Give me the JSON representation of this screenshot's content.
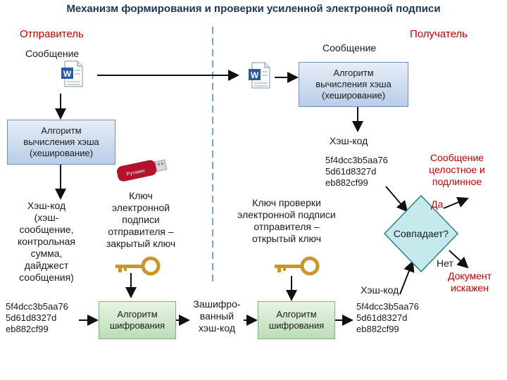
{
  "title": "Механизм формирования и проверки  усиленной электронной подписи",
  "sender": "Отправитель",
  "receiver": "Получатель",
  "msg_left": "Сообщение",
  "msg_right": "Сообщение",
  "hash_algo": [
    "Алгоритм",
    "вычисления хэша",
    "(хеширование)"
  ],
  "hash_code_right": "Хэш-код",
  "hash_code_left": [
    "Хэш-код",
    "(хэш-",
    "сообщение,",
    "контрольная",
    "сумма,",
    "дайджест",
    "сообщения)"
  ],
  "private_key": [
    "Ключ",
    "электронной",
    "подписи",
    "отправителя –",
    "закрытый ключ"
  ],
  "public_key": [
    "Ключ проверки",
    "электронной подписи",
    "отправителя –",
    "открытый ключ"
  ],
  "hash_value": [
    "5f4dcc3b5aa76",
    "5d61d8327d",
    "eb882cf99"
  ],
  "hash_value_mid": [
    "5f4dcc3b5aa76",
    "5d61d8327d",
    "eb882cf99"
  ],
  "encrypt_algo": [
    "Алгоритм",
    "шифрования"
  ],
  "encrypted": [
    "Зашифро-",
    "ванный",
    "хэш-код"
  ],
  "decrypt_algo": [
    "Алгоритм",
    "шифрования"
  ],
  "hash_code_bottom": "Хэш-код",
  "hash_value_bottom": [
    "5f4dcc3b5aa76",
    "5d61d8327d",
    "eb882cf99"
  ],
  "decision": "Совпадает?",
  "yes": "Да",
  "no": "Нет",
  "ok_result": [
    "Сообщение",
    "целостное и",
    "подлинное"
  ],
  "bad_result": [
    "Документ",
    "искажен"
  ],
  "token_text": "Рутокен",
  "colors": {
    "title": "#1d3557",
    "accent_red": "#c00000",
    "arrow": "#111111",
    "divider": "#6fa8dc",
    "key": "#c9962a"
  }
}
